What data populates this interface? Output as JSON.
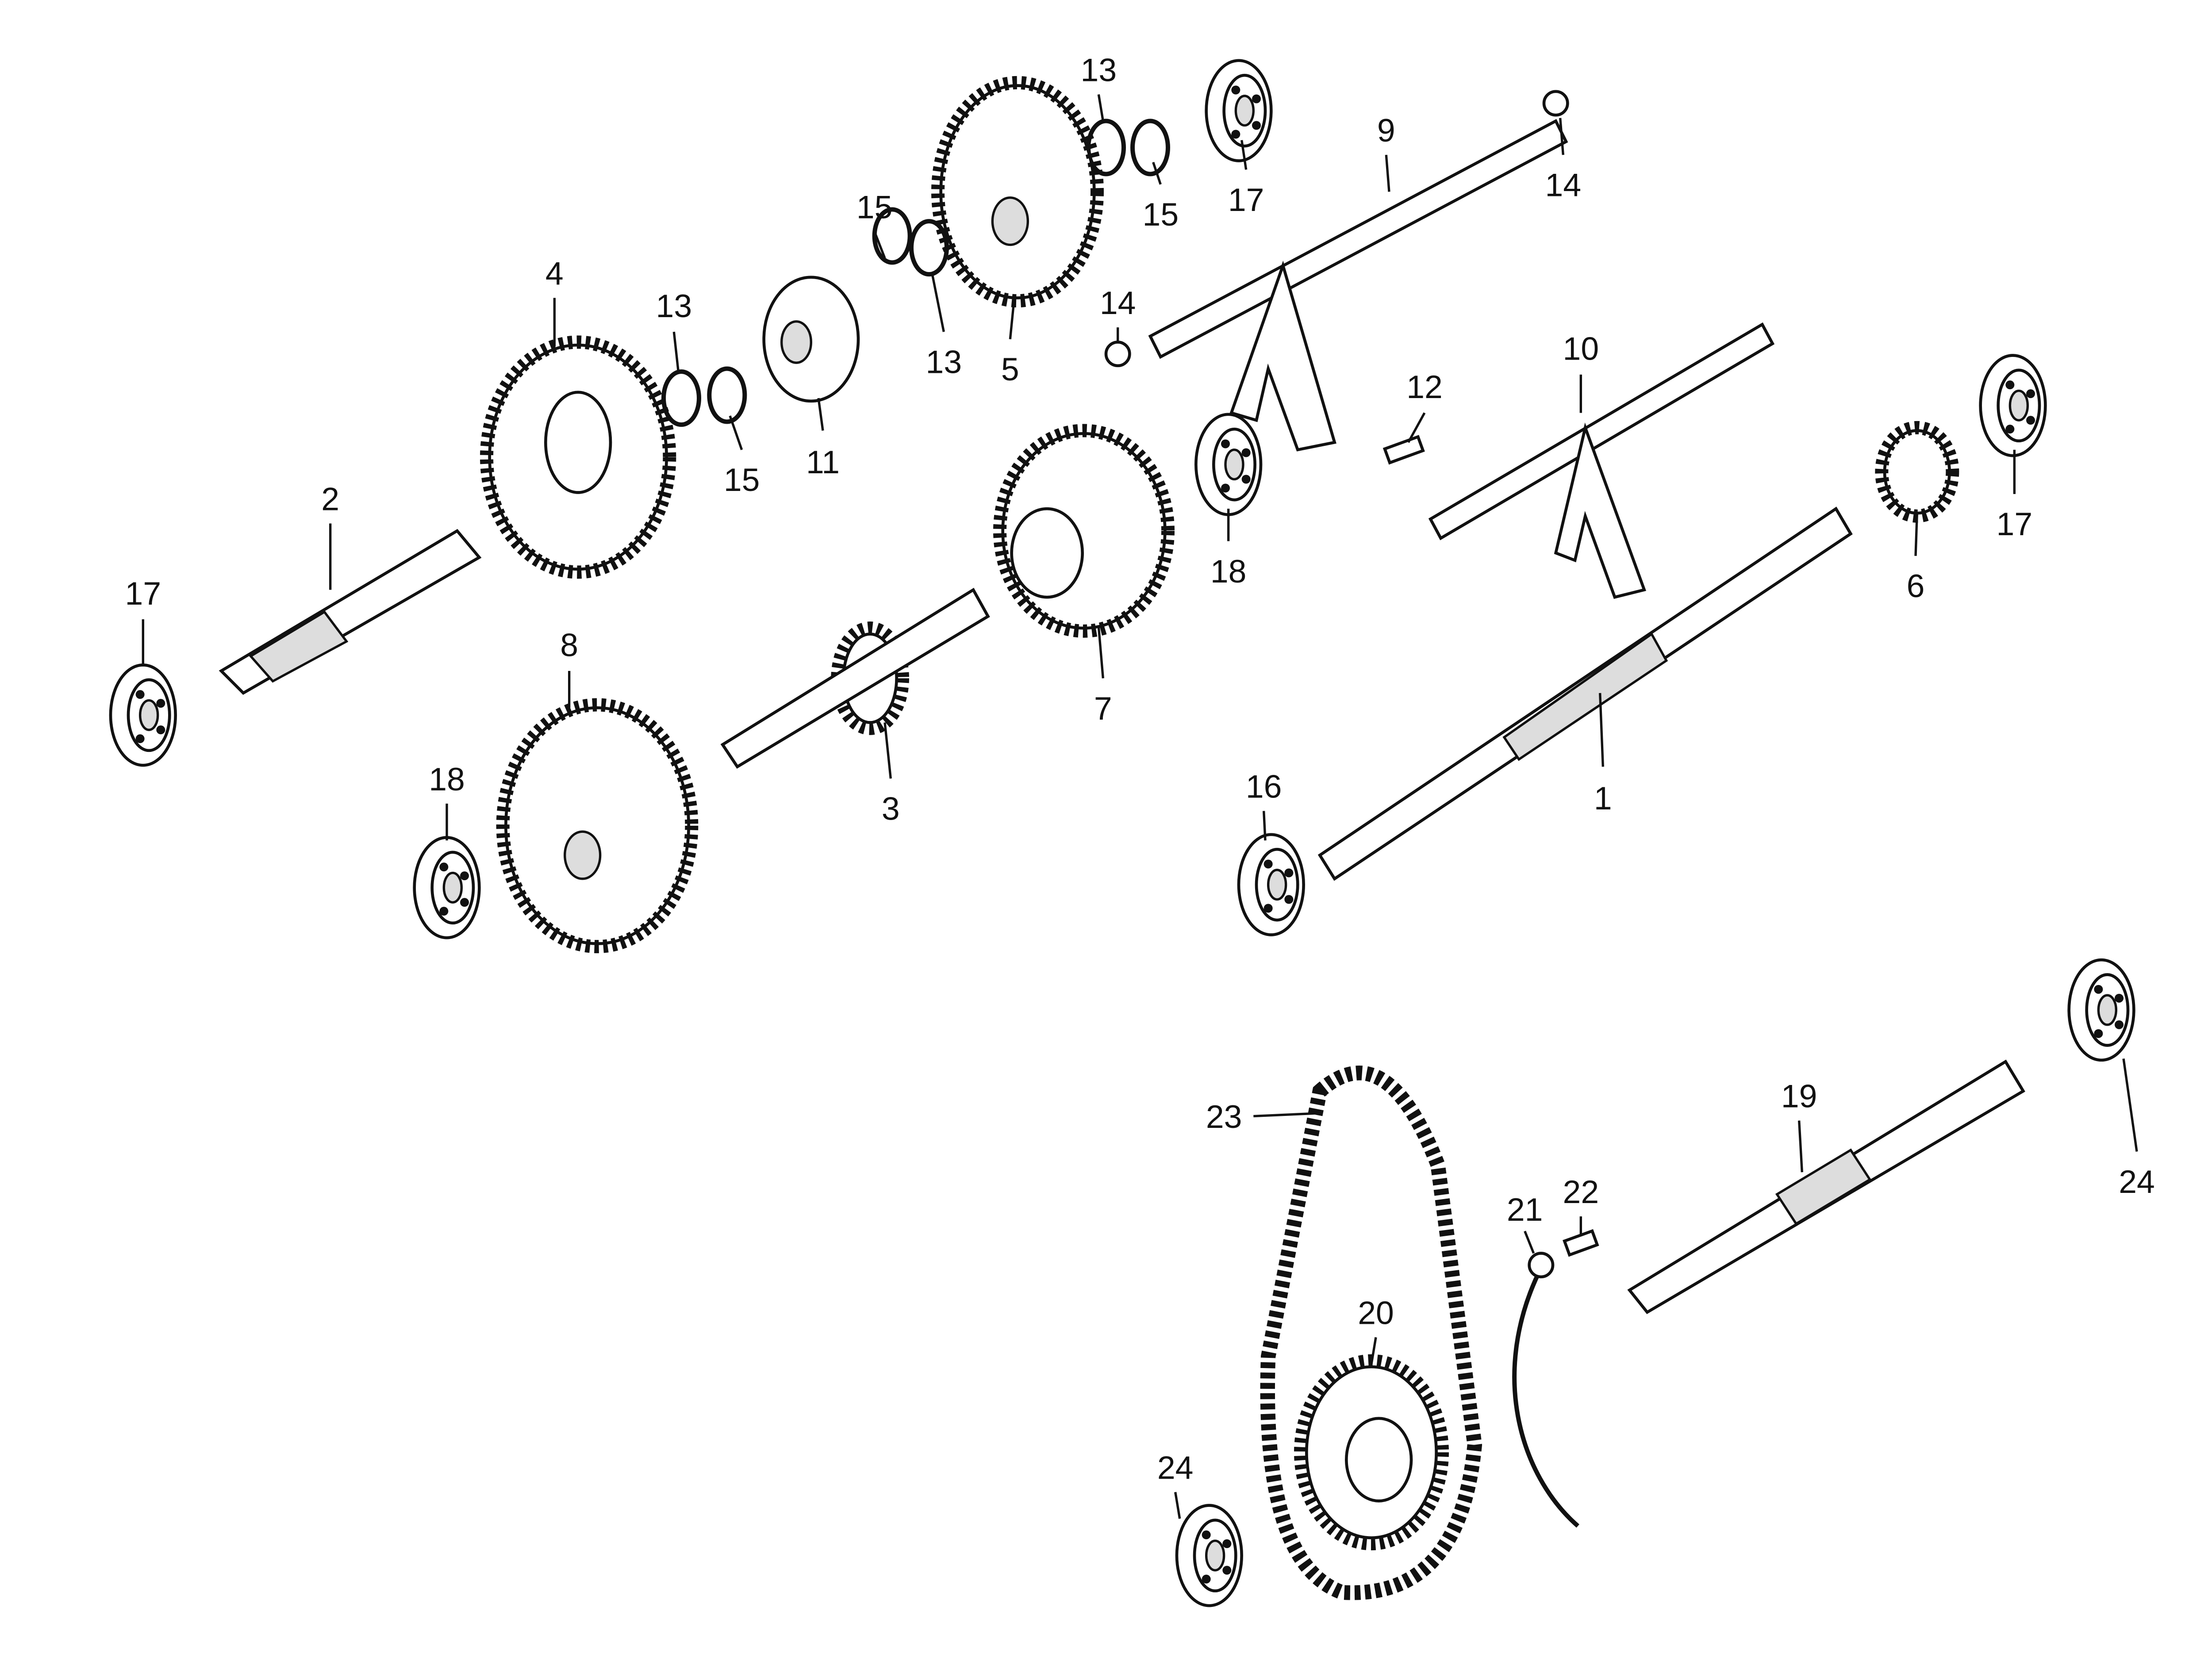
{
  "diagram": {
    "type": "exploded-parts-diagram",
    "labels": [
      "13",
      "17",
      "9",
      "14",
      "15",
      "15",
      "13",
      "5",
      "14",
      "4",
      "13",
      "15",
      "11",
      "12",
      "10",
      "17",
      "6",
      "2",
      "18",
      "7",
      "17",
      "8",
      "3",
      "18",
      "16",
      "1",
      "23",
      "19",
      "24",
      "21",
      "22",
      "20",
      "24"
    ]
  }
}
